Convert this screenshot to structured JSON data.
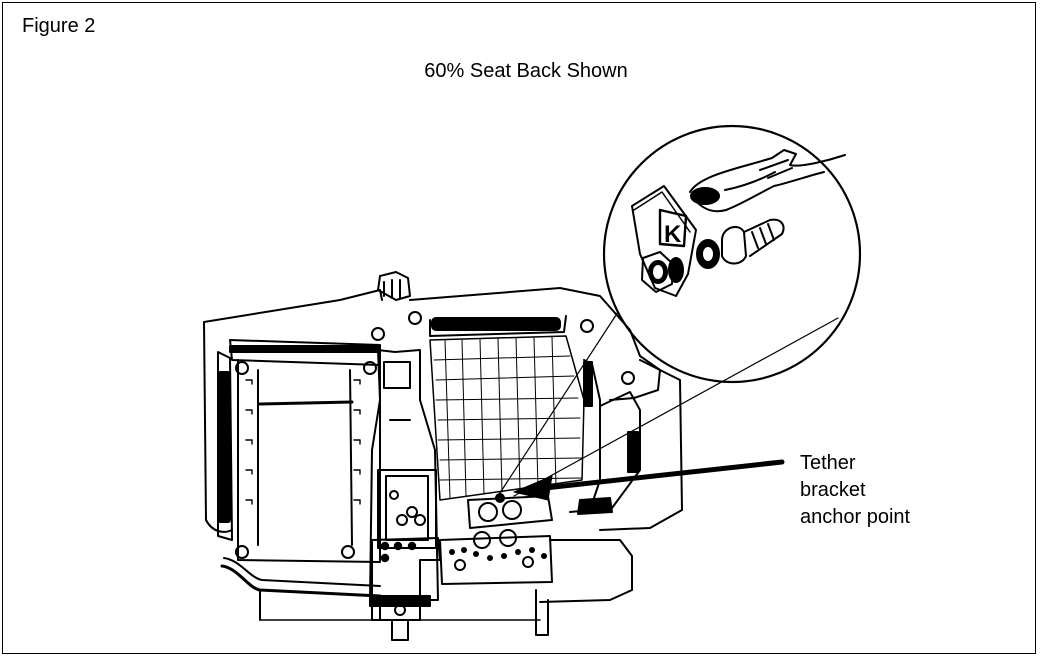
{
  "figure": {
    "label": "Figure 2",
    "subtitle": "60% Seat Back Shown"
  },
  "callout": {
    "lines": [
      "Tether",
      "bracket",
      "anchor point"
    ]
  },
  "inset": {
    "badge_letter": "K"
  }
}
